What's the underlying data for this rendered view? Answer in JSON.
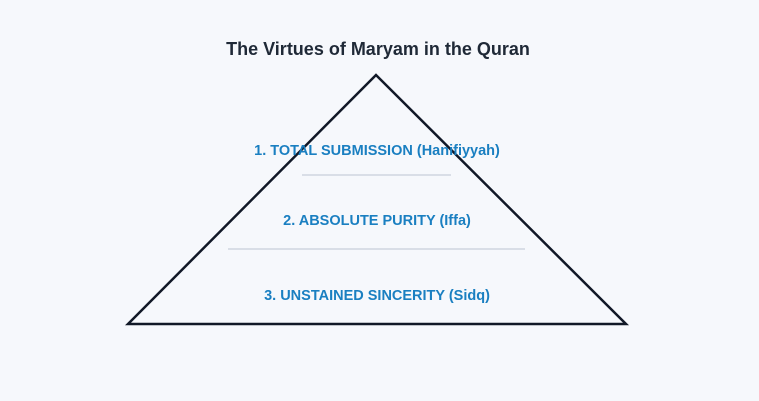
{
  "diagram": {
    "title": "The Virtues of Maryam in the Quran",
    "levels": [
      {
        "label": "1. TOTAL SUBMISSION (Hanifiyyah)"
      },
      {
        "label": "2. ABSOLUTE PURITY (Iffa)"
      },
      {
        "label": "3. UNSTAINED SINCERITY (Sidq)"
      }
    ]
  },
  "colors": {
    "background": "#f6f8fc",
    "title": "#1f2937",
    "outline": "#111827",
    "label": "#1a7fc1",
    "divider": "#cfd6e0"
  }
}
